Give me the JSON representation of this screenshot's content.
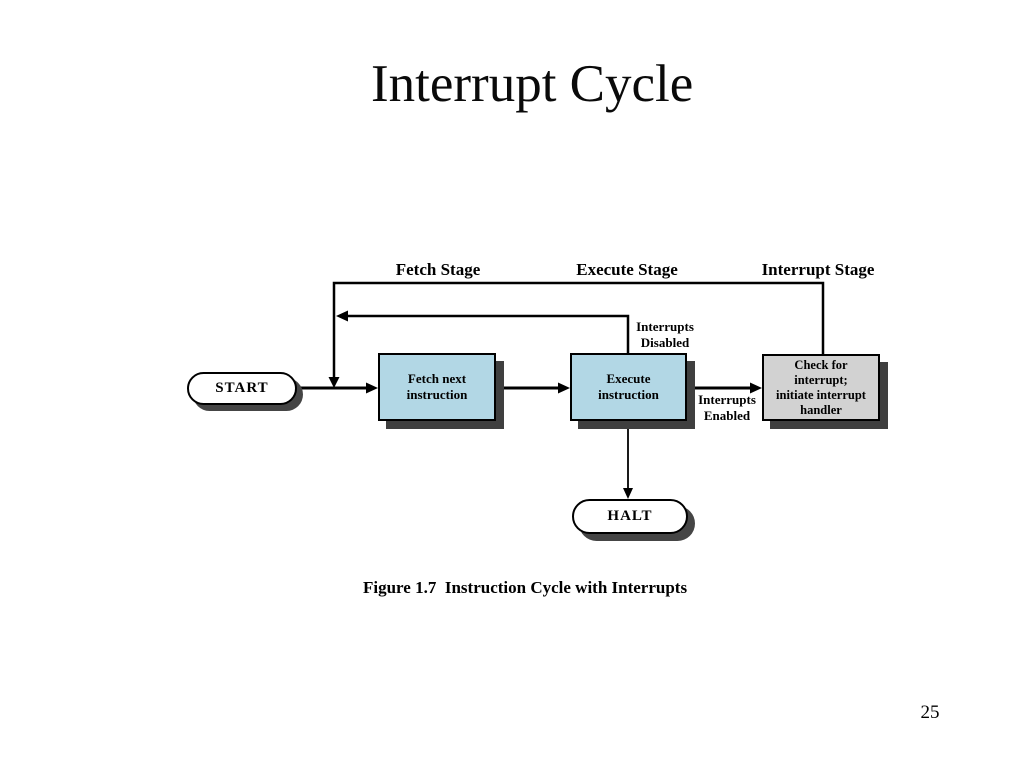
{
  "slide": {
    "title": "Interrupt Cycle",
    "caption": "Figure 1.7  Instruction Cycle with Interrupts",
    "page_number": "25"
  },
  "diagram": {
    "stages": [
      {
        "label": "Fetch Stage"
      },
      {
        "label": "Execute Stage"
      },
      {
        "label": "Interrupt Stage"
      }
    ],
    "nodes": {
      "start": {
        "label": "START",
        "type": "terminal"
      },
      "fetch": {
        "label": "Fetch next\ninstruction",
        "type": "process"
      },
      "execute": {
        "label": "Execute\ninstruction",
        "type": "process"
      },
      "interrupt_check": {
        "label": "Check for\ninterrupt;\ninitiate interrupt\nhandler",
        "type": "process"
      },
      "halt": {
        "label": "HALT",
        "type": "terminal"
      }
    },
    "edge_labels": {
      "interrupts_disabled": "Interrupts\nDisabled",
      "interrupts_enabled": "Interrupts\nEnabled"
    },
    "colors": {
      "process_box_fill": "#b2d7e5",
      "interrupt_box_fill": "#d2d2d2",
      "terminal_fill": "#ffffff",
      "shadow": "#3f3f3f",
      "line": "#000000",
      "background": "#ffffff"
    }
  }
}
